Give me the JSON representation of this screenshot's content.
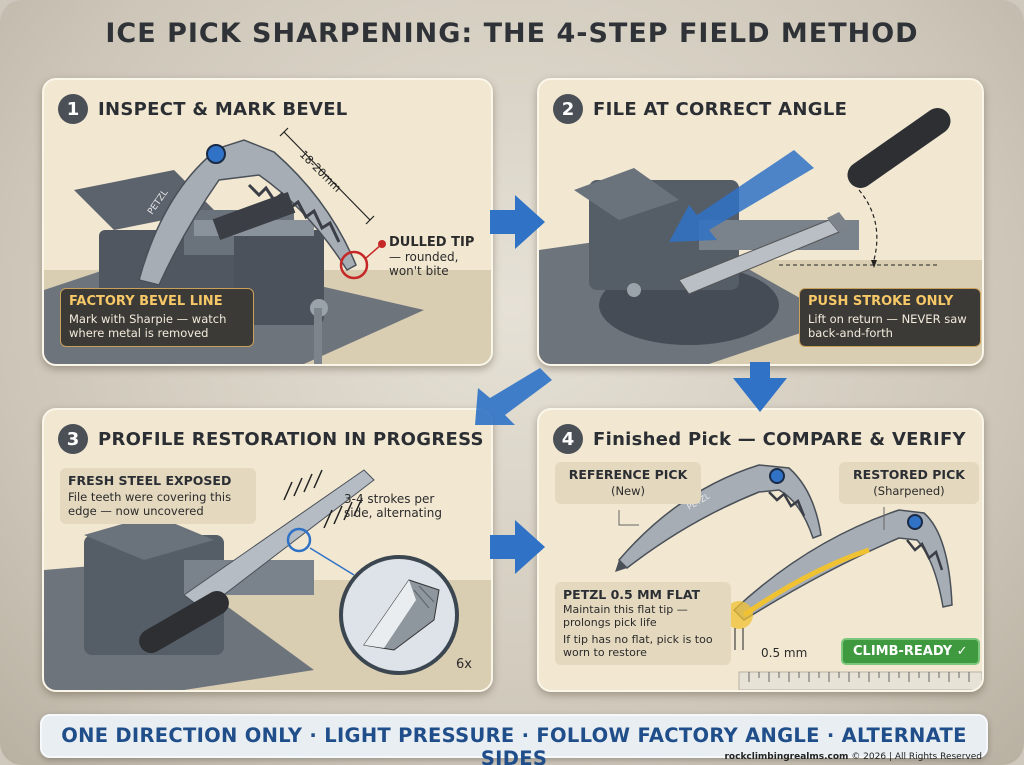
{
  "title": "ICE PICK SHARPENING: THE 4-STEP FIELD METHOD",
  "colors": {
    "accent_blue": "#2f72c6",
    "highlight_yellow": "#f0c232",
    "marker_red": "#c62828",
    "badge_green": "#3f9a3f",
    "panel_bg": "#f2e8d2"
  },
  "panels": [
    {
      "number": "1",
      "title": "INSPECT & MARK BEVEL",
      "measure": "18-20mm",
      "dulled_tip": {
        "heading": "DULLED TIP",
        "text": "— rounded, won't bite"
      },
      "callout": {
        "heading": "FACTORY BEVEL LINE",
        "text": "Mark with Sharpie — watch where metal is removed"
      },
      "brand": "PETZL"
    },
    {
      "number": "2",
      "title": "FILE AT CORRECT ANGLE",
      "callout": {
        "heading": "PUSH STROKE ONLY",
        "text": "Lift on return — NEVER saw back-and-forth"
      }
    },
    {
      "number": "3",
      "title": "PROFILE RESTORATION IN PROGRESS",
      "callout": {
        "heading": "FRESH STEEL EXPOSED",
        "text": "File teeth were covering this edge — now uncovered"
      },
      "strokes_note": "3-4 strokes per side, alternating",
      "magnification": "6x"
    },
    {
      "number": "4",
      "title": "Finished Pick — COMPARE & VERIFY",
      "reference": {
        "heading": "REFERENCE PICK",
        "sub": "(New)"
      },
      "restored": {
        "heading": "RESTORED PICK",
        "sub": "(Sharpened)"
      },
      "flat_callout": {
        "heading": "PETZL 0.5 MM FLAT",
        "text1": "Maintain this flat tip — prolongs pick life",
        "text2": "If tip has no flat, pick is too worn to restore"
      },
      "measure": "0.5 mm",
      "badge": "CLIMB-READY ✓",
      "brand": "PETZL"
    }
  ],
  "footer": "ONE DIRECTION ONLY · LIGHT PRESSURE · FOLLOW FACTORY ANGLE · ALTERNATE SIDES",
  "credit": {
    "site": "rockclimbingrealms.com",
    "rest": "© 2026 | All Rights Reserved"
  }
}
